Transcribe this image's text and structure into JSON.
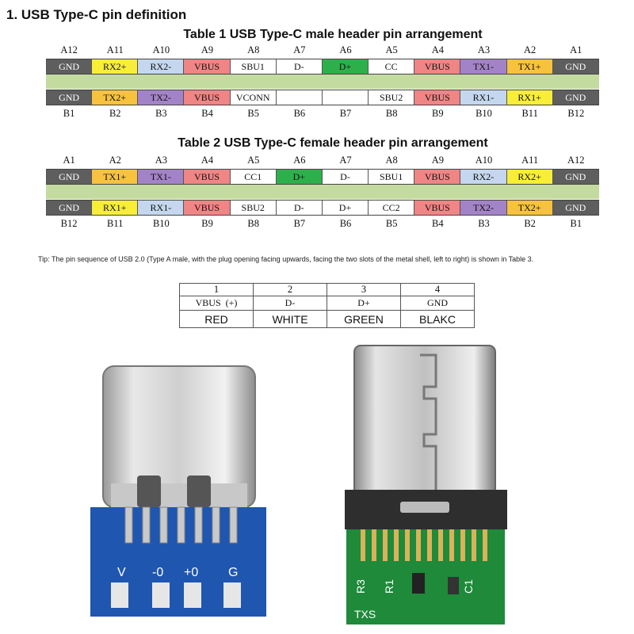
{
  "heading": "1. USB Type-C pin definition",
  "colors": {
    "GND": "#5e5e5e",
    "VBUS": "#ef8585",
    "RX": "#f8ee3a",
    "RXN": "#c4d7ee",
    "TXP": "#f7c33e",
    "TXN": "#a383c7",
    "DP": "#2db04b",
    "PLAIN": "#ffffff",
    "band": "#c4dba0"
  },
  "table1": {
    "title": "Table 1 USB Type-C male header pin arrangement",
    "top_labels": [
      "A12",
      "A11",
      "A10",
      "A9",
      "A8",
      "A7",
      "A6",
      "A5",
      "A4",
      "A3",
      "A2",
      "A1"
    ],
    "top_pins": [
      {
        "text": "GND",
        "color": "GND"
      },
      {
        "text": "RX2+",
        "color": "RX"
      },
      {
        "text": "RX2-",
        "color": "RXN"
      },
      {
        "text": "VBUS",
        "color": "VBUS"
      },
      {
        "text": "SBU1",
        "color": "PLAIN"
      },
      {
        "text": "D-",
        "color": "PLAIN"
      },
      {
        "text": "D+",
        "color": "DP"
      },
      {
        "text": "CC",
        "color": "PLAIN"
      },
      {
        "text": "VBUS",
        "color": "VBUS"
      },
      {
        "text": "TX1-",
        "color": "TXN"
      },
      {
        "text": "TX1+",
        "color": "TXP"
      },
      {
        "text": "GND",
        "color": "GND"
      }
    ],
    "bottom_pins": [
      {
        "text": "GND",
        "color": "GND"
      },
      {
        "text": "TX2+",
        "color": "TXP"
      },
      {
        "text": "TX2-",
        "color": "TXN"
      },
      {
        "text": "VBUS",
        "color": "VBUS"
      },
      {
        "text": "VCONN",
        "color": "PLAIN"
      },
      {
        "text": "",
        "color": "PLAIN"
      },
      {
        "text": "",
        "color": "PLAIN"
      },
      {
        "text": "SBU2",
        "color": "PLAIN"
      },
      {
        "text": "VBUS",
        "color": "VBUS"
      },
      {
        "text": "RX1-",
        "color": "RXN"
      },
      {
        "text": "RX1+",
        "color": "RX"
      },
      {
        "text": "GND",
        "color": "GND"
      }
    ],
    "bottom_labels": [
      "B1",
      "B2",
      "B3",
      "B4",
      "B5",
      "B6",
      "B7",
      "B8",
      "B9",
      "B10",
      "B11",
      "B12"
    ]
  },
  "table2": {
    "title": "Table 2 USB Type-C female header pin arrangement",
    "top_labels": [
      "A1",
      "A2",
      "A3",
      "A4",
      "A5",
      "A6",
      "A7",
      "A8",
      "A9",
      "A10",
      "A11",
      "A12"
    ],
    "top_pins": [
      {
        "text": "GND",
        "color": "GND"
      },
      {
        "text": "TX1+",
        "color": "TXP"
      },
      {
        "text": "TX1-",
        "color": "TXN"
      },
      {
        "text": "VBUS",
        "color": "VBUS"
      },
      {
        "text": "CC1",
        "color": "PLAIN"
      },
      {
        "text": "D+",
        "color": "DP"
      },
      {
        "text": "D-",
        "color": "PLAIN"
      },
      {
        "text": "SBU1",
        "color": "PLAIN"
      },
      {
        "text": "VBUS",
        "color": "VBUS"
      },
      {
        "text": "RX2-",
        "color": "RXN"
      },
      {
        "text": "RX2+",
        "color": "RX"
      },
      {
        "text": "GND",
        "color": "GND"
      }
    ],
    "bottom_pins": [
      {
        "text": "GND",
        "color": "GND"
      },
      {
        "text": "RX1+",
        "color": "RX"
      },
      {
        "text": "RX1-",
        "color": "RXN"
      },
      {
        "text": "VBUS",
        "color": "VBUS"
      },
      {
        "text": "SBU2",
        "color": "PLAIN"
      },
      {
        "text": "D-",
        "color": "PLAIN"
      },
      {
        "text": "D+",
        "color": "PLAIN"
      },
      {
        "text": "CC2",
        "color": "PLAIN"
      },
      {
        "text": "VBUS",
        "color": "VBUS"
      },
      {
        "text": "TX2-",
        "color": "TXN"
      },
      {
        "text": "TX2+",
        "color": "TXP"
      },
      {
        "text": "GND",
        "color": "GND"
      }
    ],
    "bottom_labels": [
      "B12",
      "B11",
      "B10",
      "B9",
      "B8",
      "B7",
      "B6",
      "B5",
      "B4",
      "B3",
      "B2",
      "B1"
    ]
  },
  "tip": "Tip: The pin sequence of USB 2.0 (Type A male, with the plug opening facing upwards, facing the two slots of the metal shell, left to right) is shown in Table 3.",
  "usb2_table": {
    "numbers": [
      "1",
      "2",
      "3",
      "4"
    ],
    "signals": [
      "VBUS  (+)",
      "D-",
      "D+",
      "GND"
    ],
    "wire_colors": [
      "RED",
      "WHITE",
      "GREEN",
      "BLAKC"
    ]
  },
  "female_board": {
    "pad_labels": [
      "V",
      "-0",
      "+0",
      "G"
    ]
  },
  "male_board": {
    "labels": [
      "R3",
      "TXS",
      "R1",
      "C1"
    ]
  }
}
